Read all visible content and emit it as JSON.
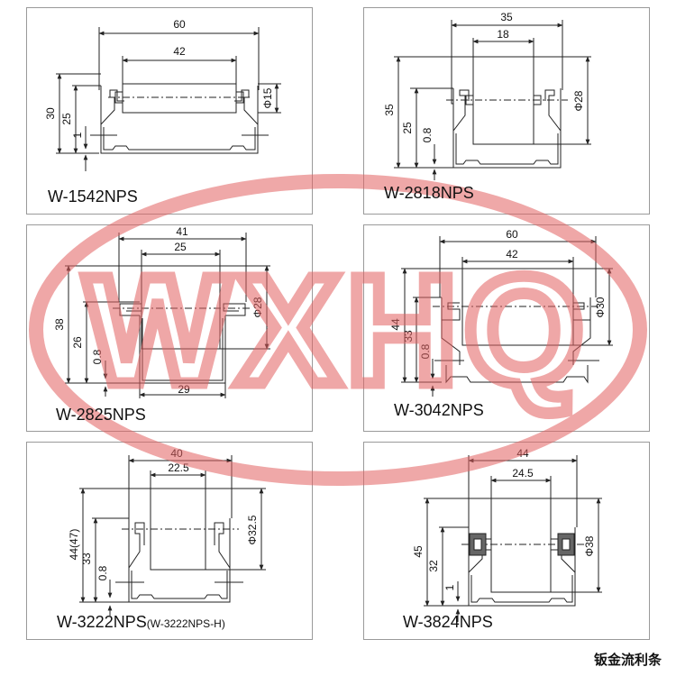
{
  "watermark": {
    "text": "WXHQ",
    "color": "#e26060"
  },
  "footer": {
    "caption": "钣金流利条"
  },
  "profiles": [
    {
      "model": "W-1542NPS",
      "suffix": "",
      "dim_width": "60",
      "dim_inner": "42",
      "dim_height": "30",
      "dim_mid": "25",
      "dim_thick": "1",
      "dim_roller": "Φ15",
      "dim_base": ""
    },
    {
      "model": "W-2818NPS",
      "suffix": "",
      "dim_width": "35",
      "dim_inner": "18",
      "dim_height": "35",
      "dim_mid": "25",
      "dim_thick": "0.8",
      "dim_roller": "Φ28",
      "dim_base": ""
    },
    {
      "model": "W-2825NPS",
      "suffix": "",
      "dim_width": "41",
      "dim_inner": "25",
      "dim_height": "38",
      "dim_mid": "26",
      "dim_thick": "0.8",
      "dim_roller": "Φ28",
      "dim_base": "29"
    },
    {
      "model": "W-3042NPS",
      "suffix": "",
      "dim_width": "60",
      "dim_inner": "42",
      "dim_height": "44",
      "dim_mid": "33",
      "dim_thick": "0.8",
      "dim_roller": "Φ30",
      "dim_base": ""
    },
    {
      "model": "W-3222NPS",
      "suffix": "(W-3222NPS-H)",
      "dim_width": "40",
      "dim_inner": "22.5",
      "dim_height": "44(47)",
      "dim_mid": "33",
      "dim_thick": "0.8",
      "dim_roller": "Φ32.5",
      "dim_base": ""
    },
    {
      "model": "W-3824NPS",
      "suffix": "",
      "dim_width": "44",
      "dim_inner": "24.5",
      "dim_height": "45",
      "dim_mid": "32",
      "dim_thick": "1",
      "dim_roller": "Φ38",
      "dim_base": ""
    }
  ]
}
